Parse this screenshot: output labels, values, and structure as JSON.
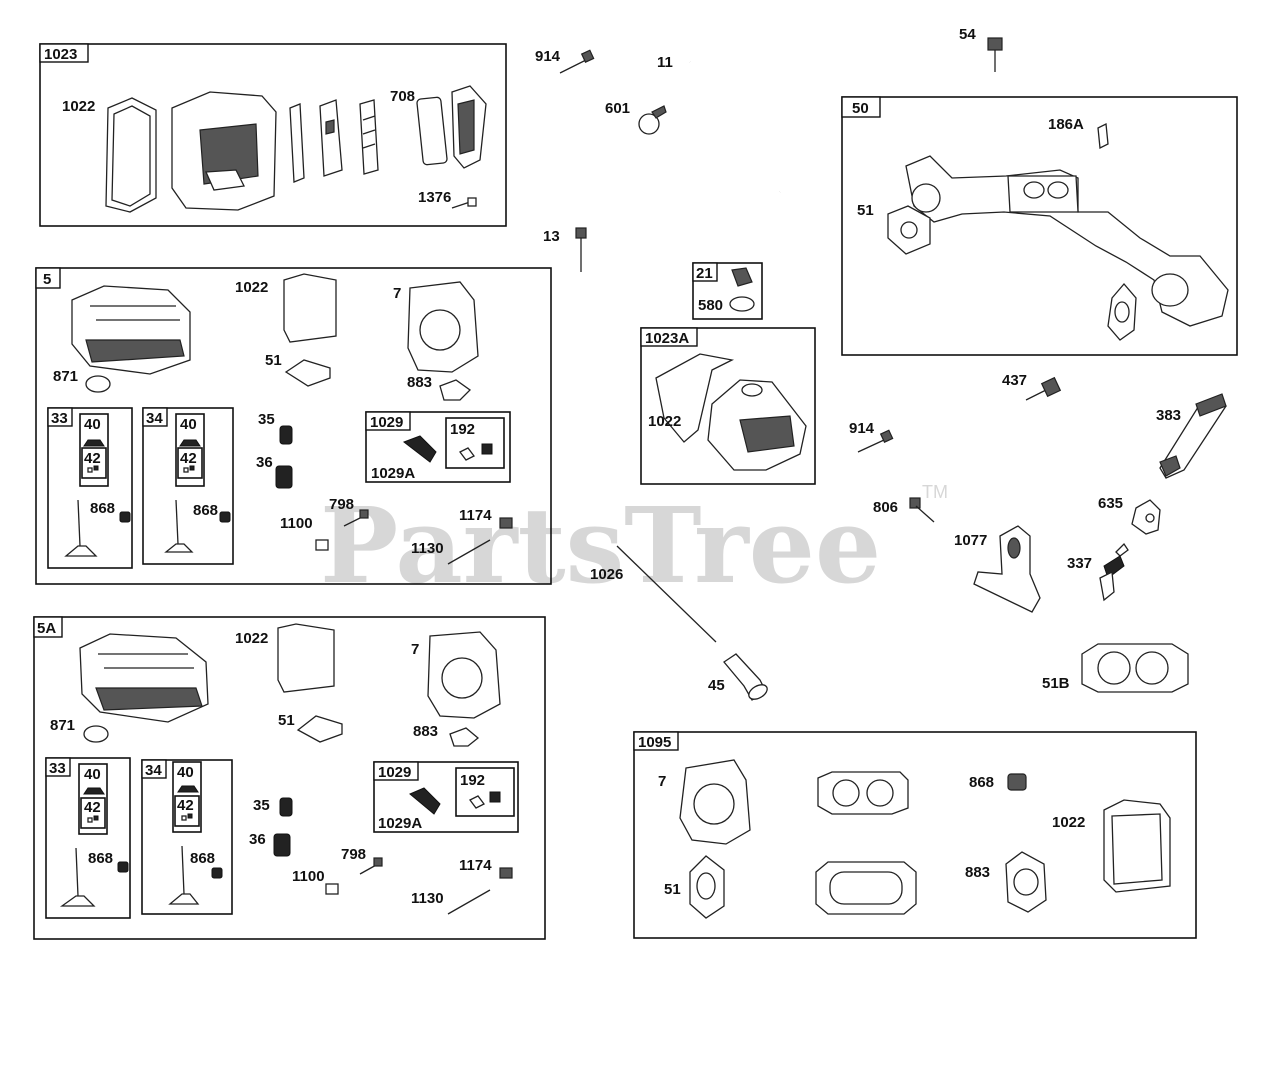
{
  "watermark": {
    "text": "PartsTree",
    "tm": "TM"
  },
  "groups": {
    "g1023": "1023",
    "g5": "5",
    "g5A": "5A",
    "g1023A": "1023A",
    "g21": "21",
    "g50": "50",
    "g1095": "1095",
    "g33a": "33",
    "g34a": "34",
    "g33b": "33",
    "g34b": "34",
    "g40a": "40",
    "g42a": "42",
    "g40b": "40",
    "g42b": "42",
    "g40c": "40",
    "g42c": "42",
    "g40d": "40",
    "g42d": "42",
    "g1029a": "1029",
    "g192a": "192",
    "g1029b": "1029",
    "g192b": "192"
  },
  "labels": {
    "l1022_top": "1022",
    "l708": "708",
    "l1376": "1376",
    "l914_top": "914",
    "l11": "11",
    "l601": "601",
    "l13": "13",
    "l54": "54",
    "l186A": "186A",
    "l51_50": "51",
    "l580": "580",
    "l1022_1023A": "1022",
    "l1022_5": "1022",
    "l7_5": "7",
    "l51_5": "51",
    "l883_5": "883",
    "l871_5": "871",
    "l868_33a": "868",
    "l868_34a": "868",
    "l35_5": "35",
    "l36_5": "36",
    "l1029A_5": "1029A",
    "l798_5": "798",
    "l1100_5": "1100",
    "l1174_5": "1174",
    "l1130_5": "1130",
    "l1022_5A": "1022",
    "l7_5A": "7",
    "l51_5A": "51",
    "l883_5A": "883",
    "l871_5A": "871",
    "l868_33b": "868",
    "l868_34b": "868",
    "l35_5A": "35",
    "l36_5A": "36",
    "l1029A_5A": "1029A",
    "l798_5A": "798",
    "l1100_5A": "1100",
    "l1174_5A": "1174",
    "l1130_5A": "1130",
    "l437": "437",
    "l383": "383",
    "l914_mid": "914",
    "l806": "806",
    "l635": "635",
    "l1077": "1077",
    "l337": "337",
    "l1026": "1026",
    "l45": "45",
    "l51B": "51B",
    "l7_1095": "7",
    "l868_1095": "868",
    "l1022_1095": "1022",
    "l51_1095": "51",
    "l883_1095": "883"
  }
}
